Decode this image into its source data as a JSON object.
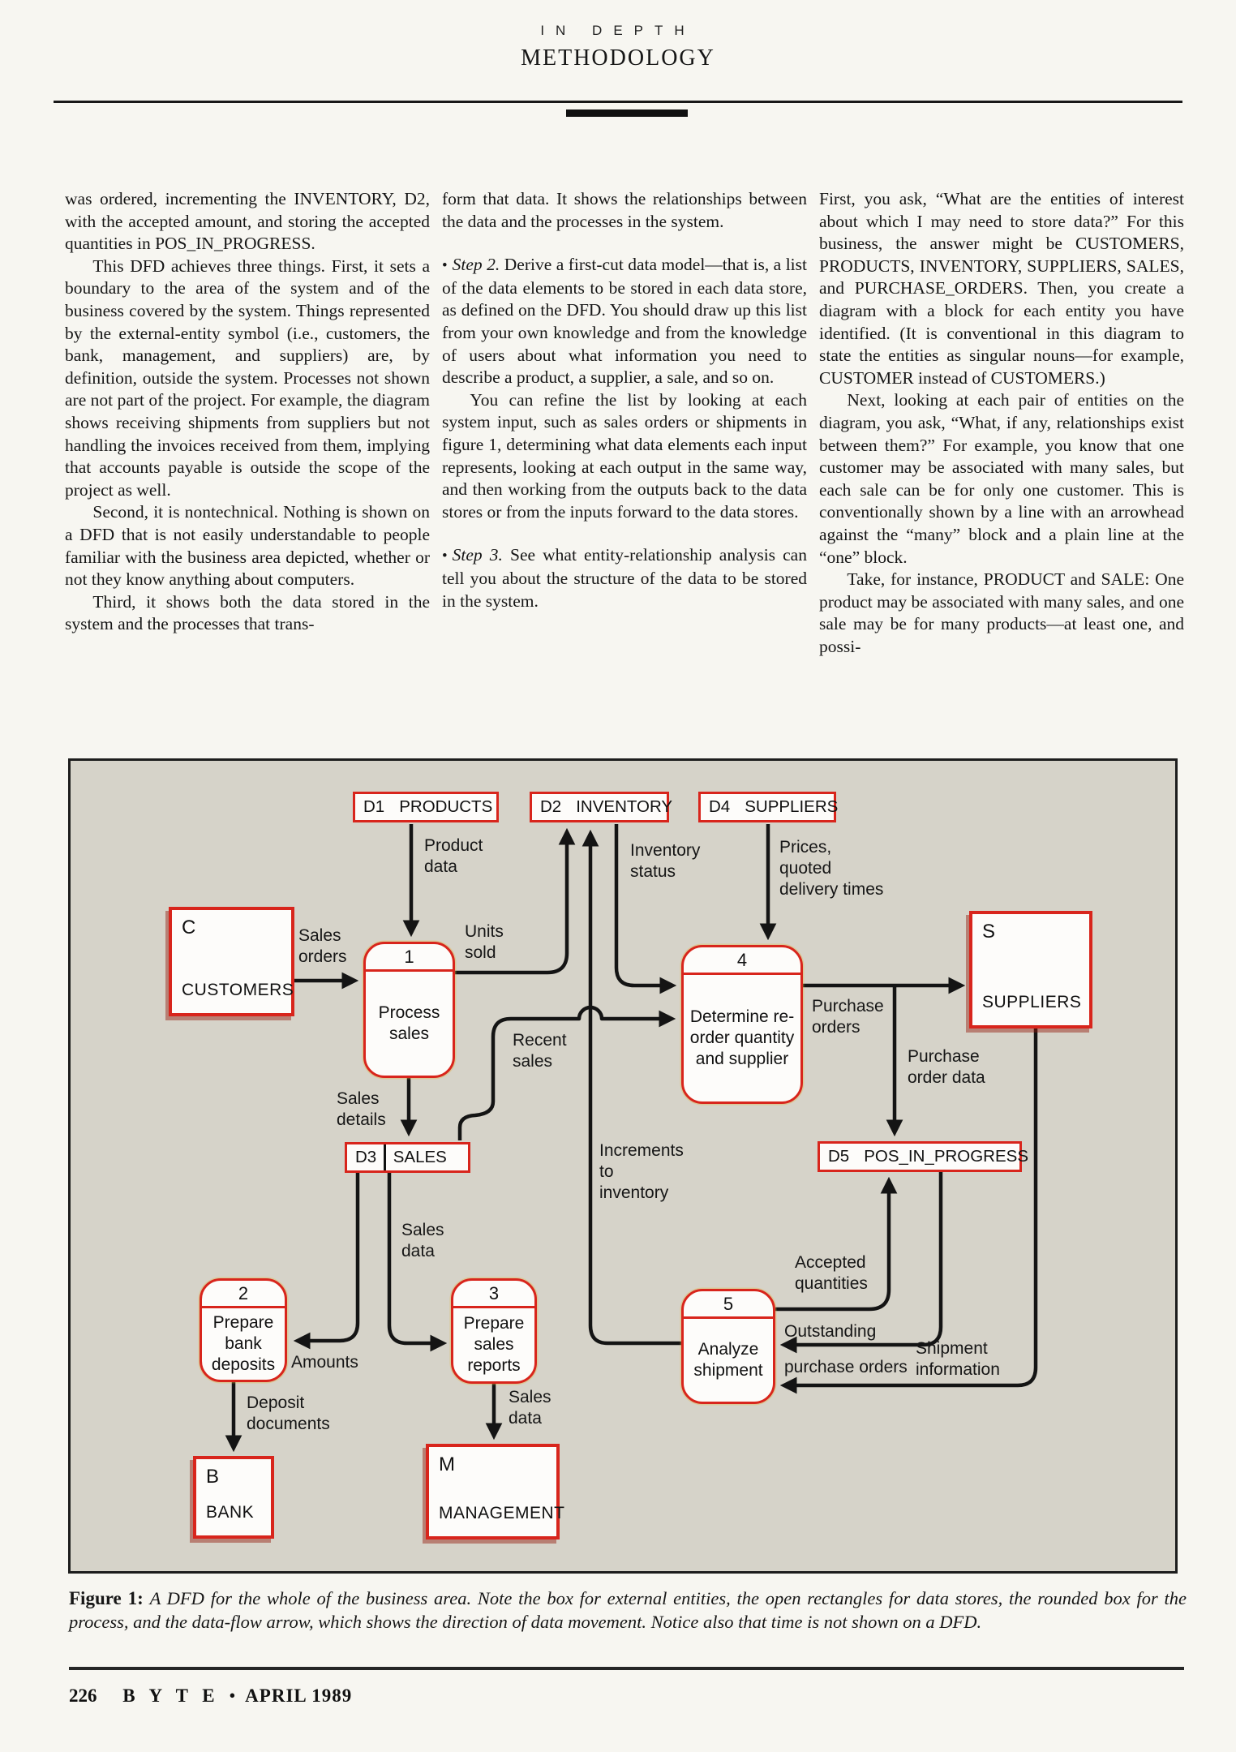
{
  "header": {
    "kicker": "IN DEPTH",
    "section": "METHODOLOGY"
  },
  "columns": [
    {
      "paragraphs": [
        {
          "text": "was ordered, incrementing the INVENTORY, D2, with the accepted amount, and storing the accepted quantities in POS_IN_PROGRESS.",
          "indent": false
        },
        {
          "text": "This DFD achieves three things. First, it sets a boundary to the area of the system and of the business covered by the system. Things represented by the external-entity symbol (i.e., customers, the bank, management, and suppliers) are, by definition, outside the system. Processes not shown are not part of the project. For example, the diagram shows receiving shipments from suppliers but not handling the invoices received from them, implying that accounts payable is outside the scope of the project as well.",
          "indent": true
        },
        {
          "text": "Second, it is nontechnical. Nothing is shown on a DFD that is not easily understandable to people familiar with the business area depicted, whether or not they know anything about computers.",
          "indent": true
        },
        {
          "text": "Third, it shows both the data stored in the system and the processes that trans-",
          "indent": true
        }
      ]
    },
    {
      "paragraphs": [
        {
          "text": "form that data. It shows the relationships between the data and the processes in the system.",
          "indent": false
        },
        {
          "bullet": "•",
          "lead": "Step 2.",
          "text": " Derive a first-cut data model—that is, a list of the data elements to be stored in each data store, as defined on the DFD. You should draw up this list from your own knowledge and from the knowledge of users about what information you need to describe a product, a supplier, a sale, and so on.",
          "indent": false,
          "space_before": true
        },
        {
          "text": "You can refine the list by looking at each system input, such as sales orders or shipments in figure 1, determining what data elements each input represents, looking at each output in the same way, and then working from the outputs back to the data stores or from the inputs forward to the data stores.",
          "indent": true
        },
        {
          "bullet": "•",
          "lead": "Step 3.",
          "text": " See what entity-relationship analysis can tell you about the structure of the data to be stored in the system.",
          "indent": false,
          "space_before": true
        }
      ]
    },
    {
      "paragraphs": [
        {
          "text": "First, you ask, “What are the entities of interest about which I may need to store data?” For this business, the answer might be CUSTOMERS, PRODUCTS, INVENTORY, SUPPLIERS, SALES, and PURCHASE_ORDERS. Then, you create a diagram with a block for each entity you have identified. (It is conventional in this diagram to state the entities as singular nouns—for example, CUSTOMER instead of CUSTOMERS.)",
          "indent": false
        },
        {
          "text": "Next, looking at each pair of entities on the diagram, you ask, “What, if any, relationships exist between them?” For example, you know that one customer may be associated with many sales, but each sale can be for only one customer. This is conventionally shown by a line with an arrowhead against the “many” block and a plain line at the “one” block.",
          "indent": true
        },
        {
          "text": "Take, for instance, PRODUCT and SALE: One product may be associated with many sales, and one sale may be for many products—at least one, and possi-",
          "indent": true
        }
      ]
    }
  ],
  "figure": {
    "entities": [
      {
        "id": "C",
        "name": "CUSTOMERS"
      },
      {
        "id": "S",
        "name": "SUPPLIERS"
      },
      {
        "id": "B",
        "name": "BANK"
      },
      {
        "id": "M",
        "name": "MANAGEMENT"
      }
    ],
    "stores": [
      {
        "id": "D1",
        "name": "PRODUCTS"
      },
      {
        "id": "D2",
        "name": "INVENTORY"
      },
      {
        "id": "D4",
        "name": "SUPPLIERS"
      },
      {
        "id": "D3",
        "name": "SALES"
      },
      {
        "id": "D5",
        "name": "POS_IN_PROGRESS"
      }
    ],
    "processes": [
      {
        "num": "1",
        "label": "Process sales"
      },
      {
        "num": "4",
        "label": "Determine re-order quantity and supplier"
      },
      {
        "num": "2",
        "label": "Prepare bank deposits"
      },
      {
        "num": "3",
        "label": "Prepare sales reports"
      },
      {
        "num": "5",
        "label": "Analyze shipment"
      }
    ],
    "flows": [
      {
        "key": "product-data",
        "lines": [
          "Product",
          "data"
        ]
      },
      {
        "key": "sales-orders",
        "lines": [
          "Sales",
          "orders"
        ]
      },
      {
        "key": "units-sold",
        "lines": [
          "Units",
          "sold"
        ]
      },
      {
        "key": "inventory-status",
        "lines": [
          "Inventory",
          "status"
        ]
      },
      {
        "key": "prices",
        "lines": [
          "Prices,",
          "quoted",
          "delivery times"
        ]
      },
      {
        "key": "recent-sales",
        "lines": [
          "Recent",
          "sales"
        ]
      },
      {
        "key": "sales-details",
        "lines": [
          "Sales",
          "details"
        ]
      },
      {
        "key": "purchase-orders",
        "lines": [
          "Purchase",
          "orders"
        ]
      },
      {
        "key": "po-data",
        "lines": [
          "Purchase",
          "order data"
        ]
      },
      {
        "key": "accepted",
        "lines": [
          "Accepted",
          "quantities"
        ]
      },
      {
        "key": "outstanding",
        "lines": [
          "Outstanding",
          "purchase orders"
        ]
      },
      {
        "key": "shipment",
        "lines": [
          "Shipment",
          "information"
        ]
      },
      {
        "key": "increments",
        "lines": [
          "Increments",
          "to",
          "inventory"
        ]
      },
      {
        "key": "amounts",
        "lines": [
          "Amounts"
        ]
      },
      {
        "key": "sales-data-1",
        "lines": [
          "Sales",
          "data"
        ]
      },
      {
        "key": "deposit-docs",
        "lines": [
          "Deposit",
          "documents"
        ]
      },
      {
        "key": "sales-data-2",
        "lines": [
          "Sales",
          "data"
        ]
      }
    ],
    "caption": {
      "label": "Figure 1:",
      "text": "A DFD for the whole of the business area. Note the box for external entities, the open rectangles for data stores, the rounded box for the process, and the data-flow arrow, which shows the direction of data movement. Notice also that time is not shown on a DFD."
    }
  },
  "footer": {
    "page_number": "226",
    "magazine": "B Y T E",
    "separator": "•",
    "issue": "APRIL 1989"
  },
  "colors": {
    "accent_red": "#d8251c",
    "figure_bg": "#d6d3c9",
    "ink": "#141414"
  }
}
